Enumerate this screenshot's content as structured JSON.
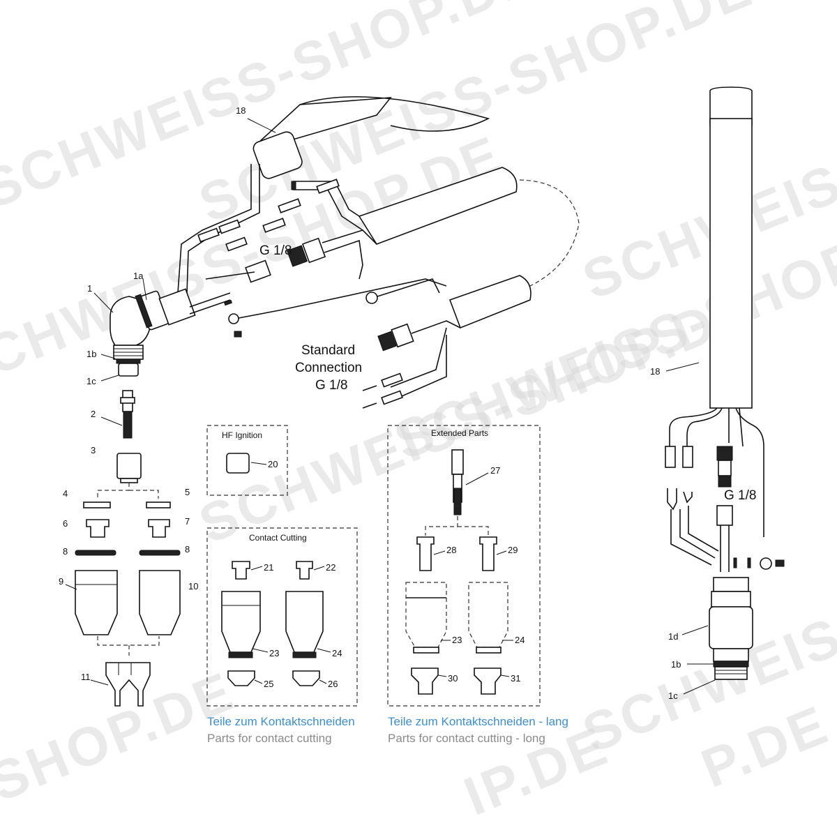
{
  "watermark": {
    "text_1": "SCHWEISS-SHOP.DE",
    "text_2": "SCHWEISS-SHOP.DE",
    "text_3": "SCHWEISS-SHOP.DE",
    "text_4": "SCHWEISS-SHOP.DE",
    "text_5": "SCHWEISS-SHOP.DE",
    "text_6": "SHOP.DE",
    "text_7": "IP.DE",
    "text_8": "P.DE"
  },
  "labels": {
    "standard_connection_line1": "Standard",
    "standard_connection_line2": "Connection",
    "standard_connection_line3": "G 1/8",
    "g18_top": "G 1/8",
    "g18_right": "G 1/8"
  },
  "boxes": {
    "hf_ignition": "HF Ignition",
    "contact_cutting": "Contact Cutting",
    "extended_parts": "Extended Parts"
  },
  "captions": {
    "contact_de": "Teile zum Kontaktschneiden",
    "contact_en": "Parts for contact cutting",
    "long_de": "Teile zum Kontaktschneiden - lang",
    "long_en": "Parts for contact cutting - long"
  },
  "part_numbers": {
    "p18_top": "18",
    "p1": "1",
    "p1a": "1a",
    "p1b": "1b",
    "p1c": "1c",
    "p2": "2",
    "p3": "3",
    "p4": "4",
    "p5": "5",
    "p6": "6",
    "p7": "7",
    "p8_left": "8",
    "p8_right": "8",
    "p9": "9",
    "p10": "10",
    "p11": "11",
    "p20": "20",
    "p21": "21",
    "p22": "22",
    "p23_cc": "23",
    "p24_cc": "24",
    "p25": "25",
    "p26": "26",
    "p27": "27",
    "p28": "28",
    "p29": "29",
    "p23_ext": "23",
    "p24_ext": "24",
    "p30": "30",
    "p31": "31",
    "p18_right": "18",
    "p1d": "1d",
    "p1b_right": "1b",
    "p1c_right": "1c"
  }
}
